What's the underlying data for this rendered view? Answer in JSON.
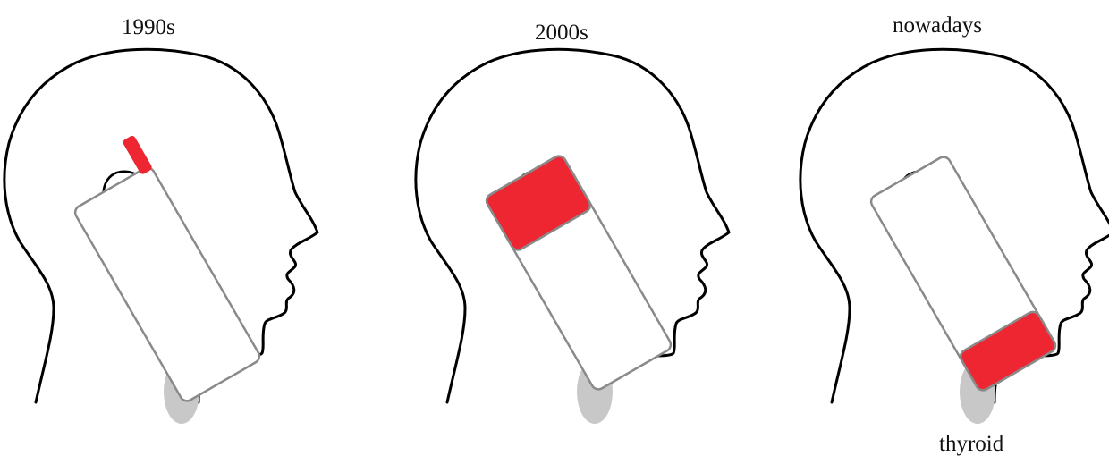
{
  "panels": [
    {
      "label": "1990s",
      "hotspot": "antenna"
    },
    {
      "label": "2000s",
      "hotspot": "top"
    },
    {
      "label": "nowadays",
      "hotspot": "bottom"
    }
  ],
  "annotation": {
    "label": "thyroid"
  },
  "colors": {
    "outline": "#000000",
    "phone_outline": "#8a8a8a",
    "hotspot": "#ee2631",
    "thyroid": "#c8c8c8"
  }
}
